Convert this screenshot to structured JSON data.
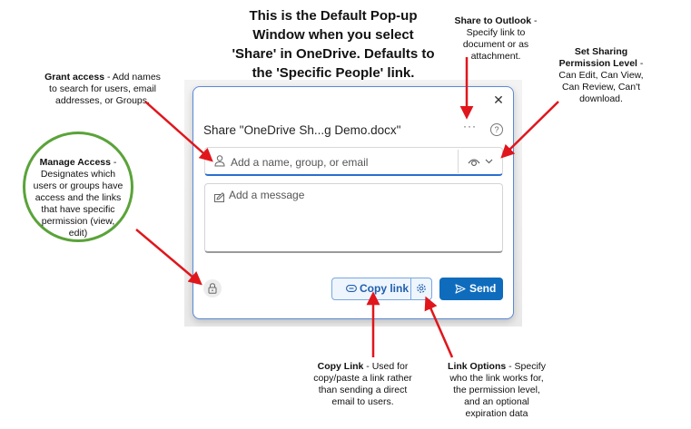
{
  "heading": {
    "lines": [
      "This is the Default Pop-up",
      "Window when you select",
      "'Share' in OneDrive. Defaults to",
      "the 'Specific People' link."
    ]
  },
  "annotations": {
    "grant_access": {
      "title": "Grant access",
      "text": " - Add names to search for users, email addresses, or Groups."
    },
    "manage_access": {
      "title": "Manage Access",
      "text": " - Designates which users or groups have access and the  links that have specific permission (view, edit)"
    },
    "share_outlook": {
      "title": "Share to Outlook",
      "text": " - Specify link to document or as attachment."
    },
    "sharing_permission": {
      "title": "Set Sharing Permission Level",
      "text": " - Can Edit, Can View, Can Review, Can't download."
    },
    "copy_link": {
      "title": "Copy Link",
      "text": " - Used for copy/paste a link rather than sending a direct email to users."
    },
    "link_options": {
      "title": "Link Options",
      "text": " - Specify who the link works for, the permission level, and an optional expiration data"
    }
  },
  "dialog": {
    "title": "Share \"OneDrive Sh...g Demo.docx\"",
    "close_glyph": "✕",
    "more_glyph": "···",
    "help_glyph": "?",
    "people_placeholder": "Add a name, group, or email",
    "people_value": "",
    "message_placeholder": "Add a message",
    "message_value": "",
    "copy_link_label": "Copy link",
    "send_label": "Send"
  },
  "colors": {
    "accent": "#0f6cbd",
    "arrow": "#e0161c",
    "circle": "#5aa339",
    "dialog_border": "#5a8ad6"
  }
}
